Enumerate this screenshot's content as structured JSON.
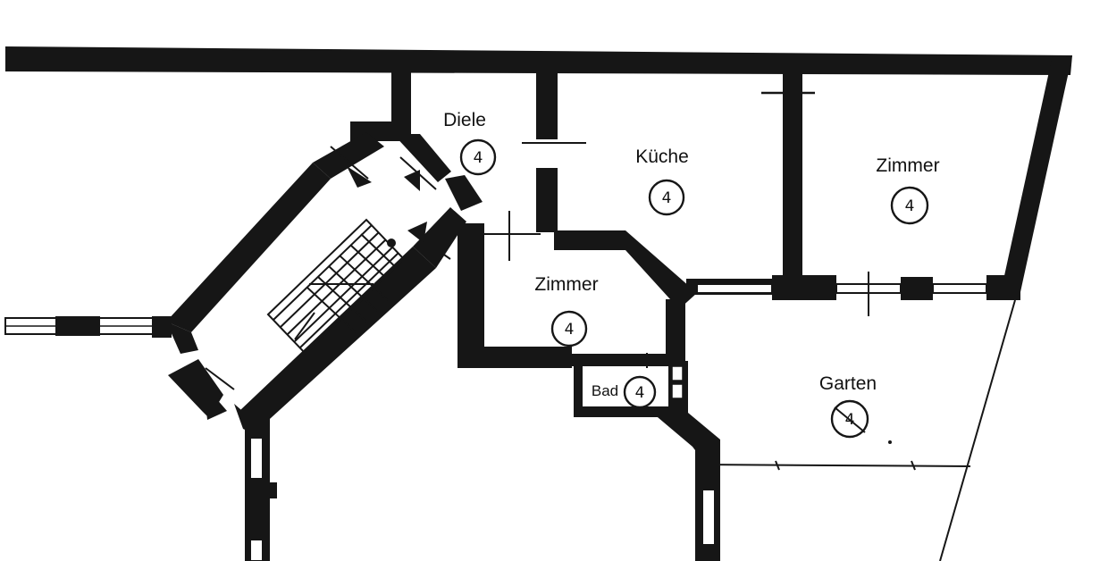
{
  "colors": {
    "ink": "#161616",
    "paper": "#ffffff"
  },
  "rooms": [
    {
      "id": "diele",
      "label": "Diele",
      "badge": "4",
      "badge_struck": false
    },
    {
      "id": "kueche",
      "label": "Küche",
      "badge": "4",
      "badge_struck": false
    },
    {
      "id": "zimmer-1",
      "label": "Zimmer",
      "badge": "4",
      "badge_struck": false
    },
    {
      "id": "zimmer-2",
      "label": "Zimmer",
      "badge": "4",
      "badge_struck": false
    },
    {
      "id": "bad",
      "label": "Bad",
      "badge": "4",
      "badge_struck": false
    },
    {
      "id": "garten",
      "label": "Garten",
      "badge": "4",
      "badge_struck": true
    }
  ]
}
